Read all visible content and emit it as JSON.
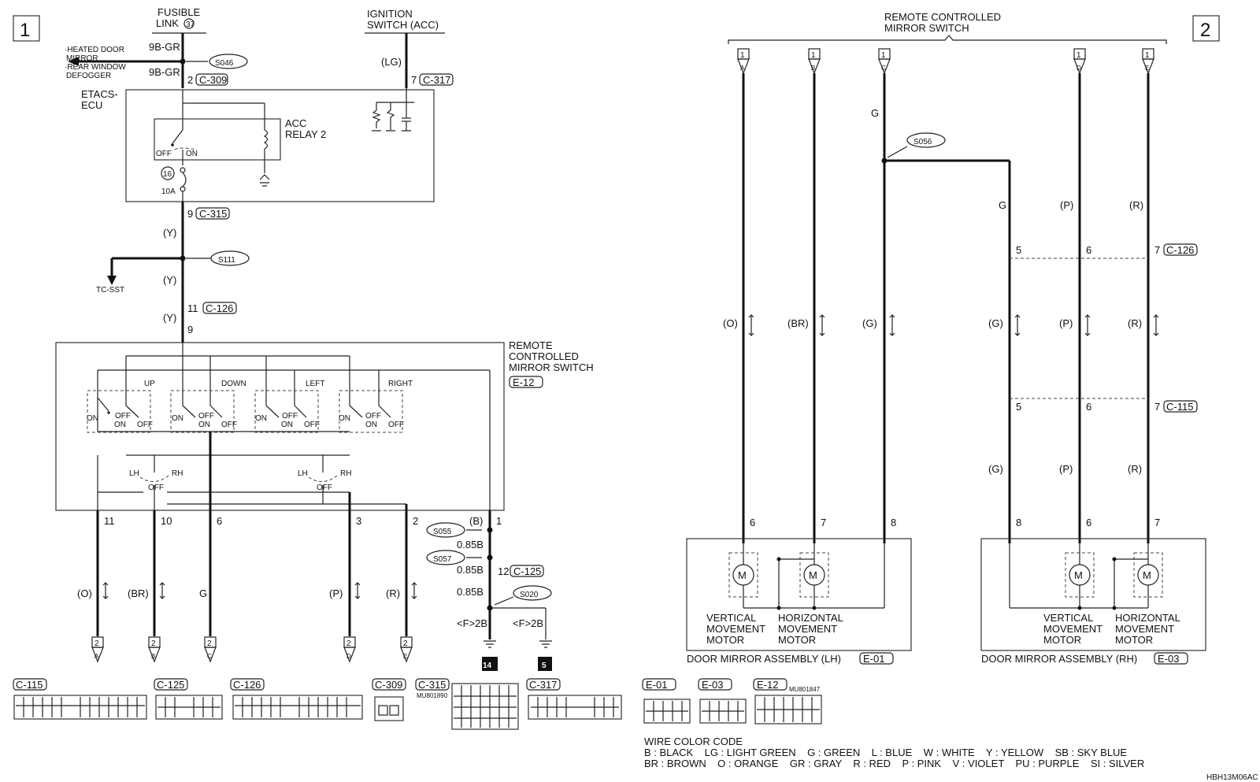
{
  "pages": [
    "1",
    "2"
  ],
  "fusible_link": {
    "title": "FUSIBLE",
    "label": "LINK",
    "num": "37"
  },
  "ignition": {
    "line1": "IGNITION",
    "line2": "SWITCH (ACC)"
  },
  "branch_note": [
    "·HEATED DOOR",
    "MIRROR",
    "·REAR WINDOW",
    "DEFOGGER"
  ],
  "wires": {
    "w9bgr": "9B-GR",
    "lg": "(LG)",
    "y": "(Y)",
    "o": "(O)",
    "br": "(BR)",
    "g": "G",
    "gp": "(G)",
    "p": "(P)",
    "r": "(R)",
    "b": "(B)",
    "b085": "0.85B",
    "f2b": "<F>2B"
  },
  "splices": [
    "S046",
    "S111",
    "S055",
    "S057",
    "S020",
    "S056"
  ],
  "connectors": {
    "c309": "C-309",
    "c317": "C-317",
    "c315": "C-315",
    "c126": "C-126",
    "c125": "C-125",
    "c115": "C-115",
    "e12": "E-12",
    "e01": "E-01",
    "e03": "E-03"
  },
  "pins": {
    "p2": "2",
    "p7": "7",
    "p9": "9",
    "p11": "11",
    "p10": "10",
    "p6": "6",
    "p3": "3",
    "p1": "1",
    "p12": "12",
    "p5": "5",
    "p8": "8"
  },
  "etacs": {
    "line1": "ETACS-",
    "line2": "ECU"
  },
  "relay": {
    "line1": "ACC",
    "line2": "RELAY 2",
    "off": "OFF",
    "on": "ON",
    "fuse_num": "16",
    "fuse_amp": "10A"
  },
  "tc_sst": "TC-SST",
  "switch": {
    "title": [
      "REMOTE",
      "CONTROLLED",
      "MIRROR SWITCH"
    ],
    "dirs": [
      "UP",
      "DOWN",
      "LEFT",
      "RIGHT"
    ],
    "on": "ON",
    "off": "OFF",
    "lh": "LH",
    "rh": "RH"
  },
  "terminals": [
    "A",
    "B",
    "C",
    "D",
    "E"
  ],
  "page_ref": "2",
  "page_ref_left": "1",
  "grounds": [
    "14",
    "5"
  ],
  "right_title": [
    "REMOTE CONTROLLED",
    "MIRROR SWITCH"
  ],
  "motors": {
    "vertical": [
      "VERTICAL",
      "MOVEMENT",
      "MOTOR"
    ],
    "horizontal": [
      "HORIZONTAL",
      "MOVEMENT",
      "MOTOR"
    ],
    "m": "M"
  },
  "assemblies": {
    "lh": "DOOR MIRROR ASSEMBLY (LH)",
    "rh": "DOOR MIRROR ASSEMBLY (RH)"
  },
  "mu_codes": [
    "MU801890",
    "MU801847"
  ],
  "wire_code_title": "WIRE COLOR CODE",
  "wire_code_rows": [
    "B : BLACK    LG : LIGHT GREEN    G : GREEN    L : BLUE    W : WHITE    Y : YELLOW    SB : SKY BLUE",
    "BR : BROWN    O : ORANGE    GR : GRAY    R : RED    P : PINK    V : VIOLET    PU : PURPLE    SI : SILVER"
  ],
  "code": "HBH13M06AC"
}
